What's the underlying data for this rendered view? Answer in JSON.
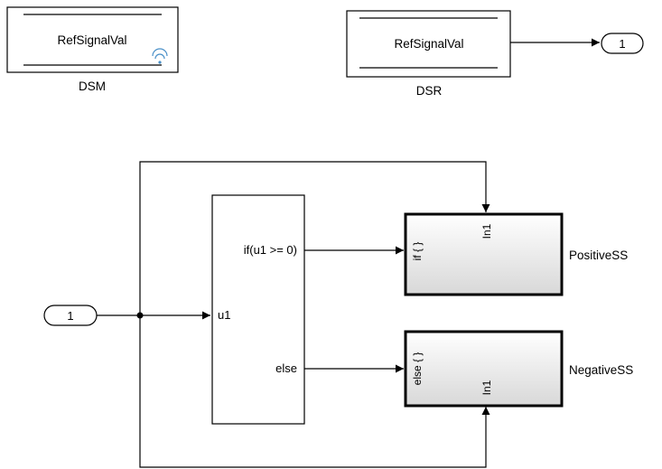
{
  "blocks": {
    "dsm": {
      "content": "RefSignalVal",
      "name": "DSM"
    },
    "dsr": {
      "content": "RefSignalVal",
      "name": "DSR"
    },
    "outport": {
      "number": "1"
    },
    "inport": {
      "number": "1"
    },
    "if_block": {
      "input_port": "u1",
      "if_port": "if(u1 >= 0)",
      "else_port": "else"
    },
    "positive_ss": {
      "name": "PositiveSS",
      "action_port": "if { }",
      "in_port": "In1"
    },
    "negative_ss": {
      "name": "NegativeSS",
      "action_port": "else { }",
      "in_port": "In1"
    }
  },
  "colors": {
    "block_border": "#000000",
    "line": "#000000",
    "subsystem_fill_top": "#ffffff",
    "subsystem_fill_bottom": "#dcdcdc",
    "wireless_icon": "#4a90c8"
  }
}
